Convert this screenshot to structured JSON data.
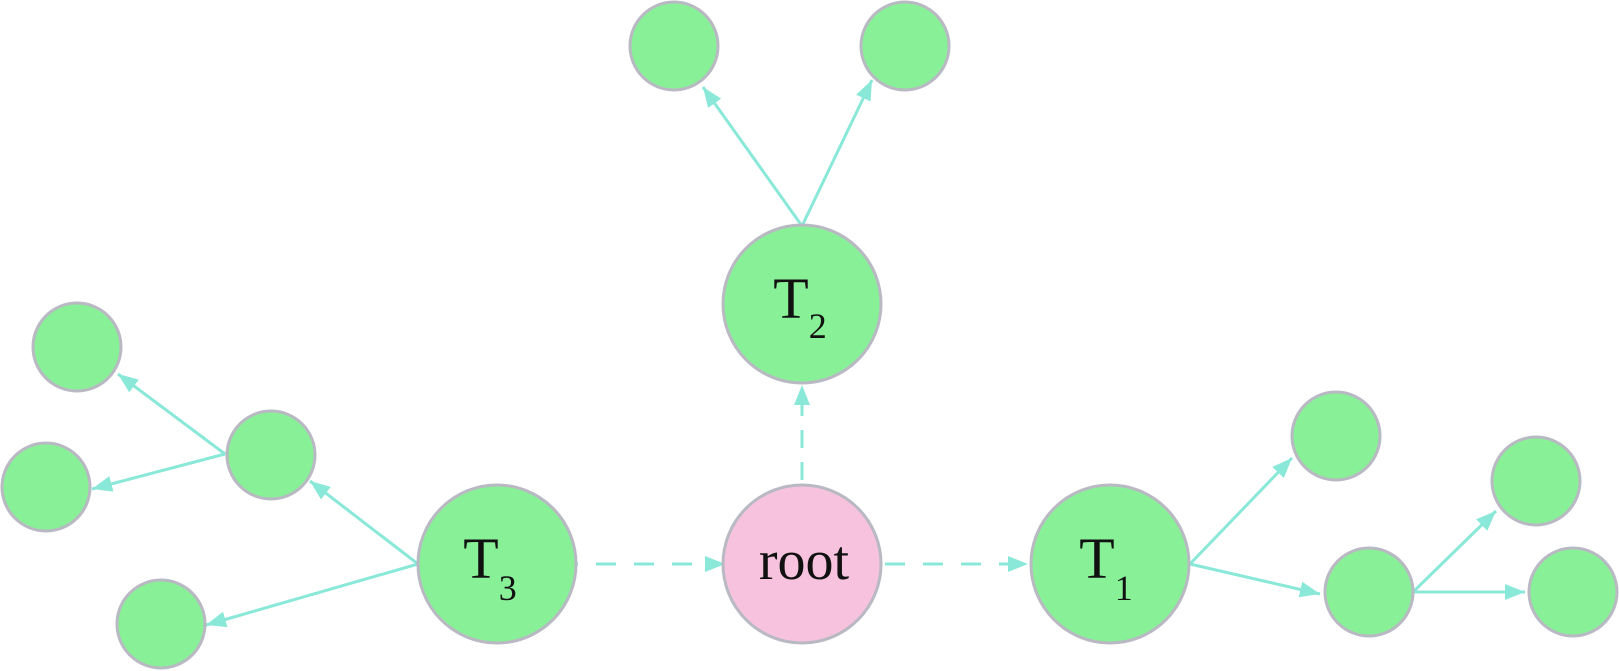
{
  "colors": {
    "node_fill": "#88f096",
    "root_fill": "#f6c2dd",
    "node_stroke": "#b9b9c3",
    "edge": "#89e8d8"
  },
  "nodes": {
    "root": {
      "label": "root"
    },
    "t1": {
      "letter": "T",
      "subscript": "1"
    },
    "t2": {
      "letter": "T",
      "subscript": "2"
    },
    "t3": {
      "letter": "T",
      "subscript": "3"
    }
  }
}
